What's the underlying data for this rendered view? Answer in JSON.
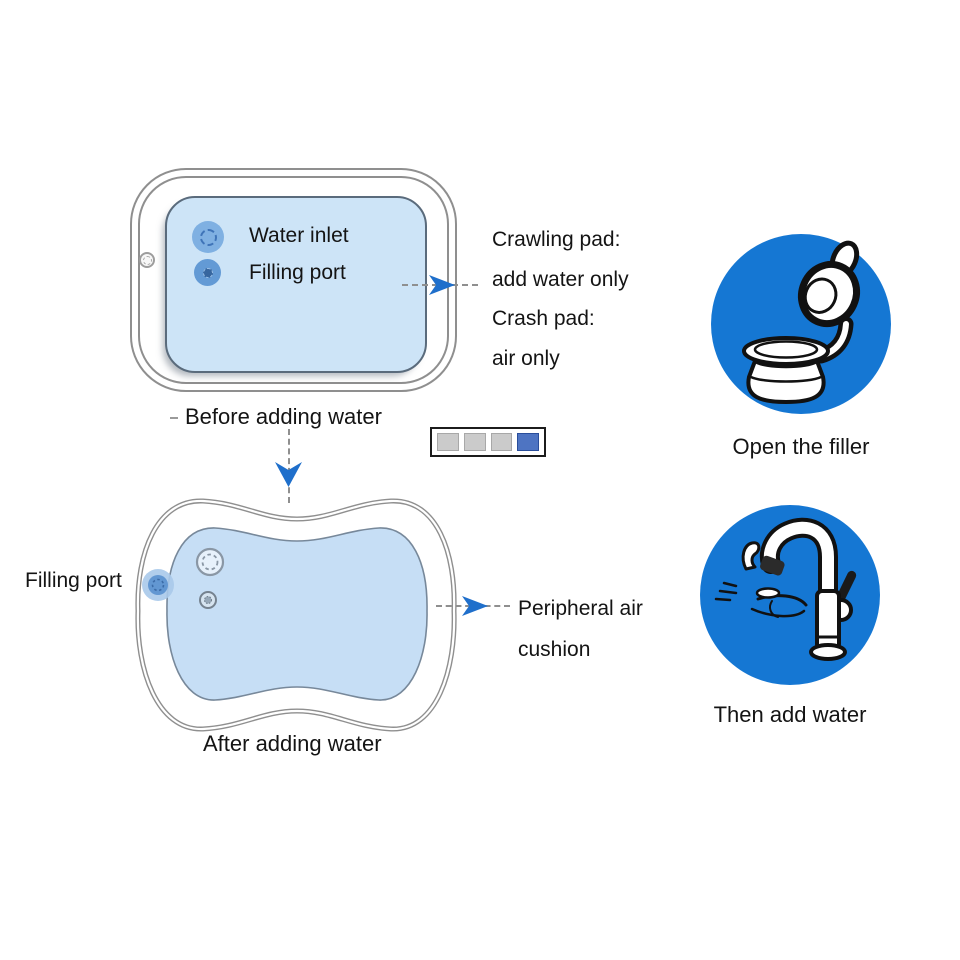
{
  "top_mat": {
    "water_inlet_label": "Water inlet",
    "filling_port_label": "Filling port",
    "caption": "Before adding water"
  },
  "note": {
    "lines": [
      "Crawling pad:",
      "add water only",
      "Crash pad:",
      "air only"
    ]
  },
  "bottom_mat": {
    "filling_port_label": "Filling port",
    "air_cushion_line1": "Peripheral air",
    "air_cushion_line2": "cushion",
    "caption": "After adding water"
  },
  "steps": {
    "open_filler_caption": "Open the filler",
    "add_water_caption": "Then add water"
  },
  "indicator": {
    "cells": [
      "inactive",
      "inactive",
      "inactive",
      "active"
    ]
  },
  "colors": {
    "badge_blue": "#1577d3",
    "arrow_blue": "#1f6fcb",
    "mat_fill": "#cde4f7",
    "mat_outline": "#8f8f8f",
    "indicator_active": "#4e74c2",
    "indicator_inactive": "#cbcbcb",
    "text": "#111111"
  }
}
